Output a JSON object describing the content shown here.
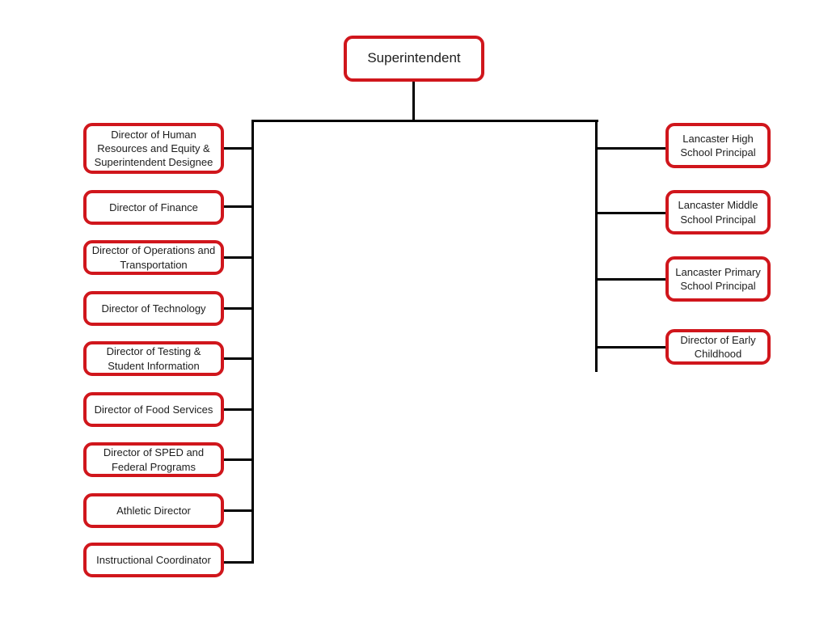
{
  "diagram": {
    "type": "org-chart",
    "root": {
      "label": "Superintendent"
    },
    "left_branch": [
      {
        "label": "Director of Human Resources and Equity & Superintendent Designee"
      },
      {
        "label": "Director of Finance"
      },
      {
        "label": "Director of Operations and Transportation"
      },
      {
        "label": "Director of Technology"
      },
      {
        "label": "Director of Testing & Student Information"
      },
      {
        "label": "Director of Food Services"
      },
      {
        "label": "Director of SPED and Federal Programs"
      },
      {
        "label": "Athletic Director"
      },
      {
        "label": "Instructional Coordinator"
      }
    ],
    "right_branch": [
      {
        "label": "Lancaster High School Principal"
      },
      {
        "label": "Lancaster Middle School Principal"
      },
      {
        "label": "Lancaster Primary School Principal"
      },
      {
        "label": "Director of Early Childhood"
      }
    ],
    "colors": {
      "box_border": "#d0161c",
      "connector_line": "#000000",
      "text": "#1d1d1d",
      "background": "#ffffff"
    }
  }
}
